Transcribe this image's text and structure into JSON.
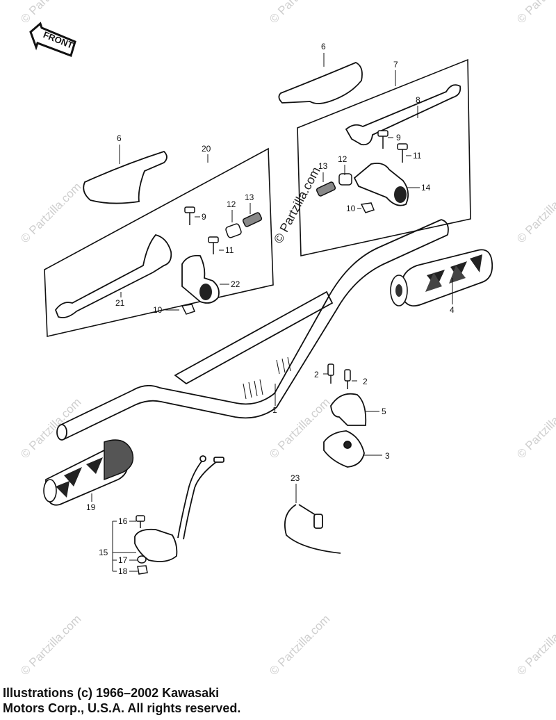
{
  "front_label": "FRONT",
  "watermark_text": "© Partzilla.com",
  "center_watermark": "© Partzilla.com",
  "copyright": {
    "line1": "Illustrations (c) 1966–2002 Kawasaki",
    "line2": "Motors Corp., U.S.A.  All rights reserved."
  },
  "callouts": {
    "c1": "1",
    "c2a": "2",
    "c2b": "2",
    "c3": "3",
    "c4": "4",
    "c5": "5",
    "c6a": "6",
    "c6b": "6",
    "c7": "7",
    "c8": "8",
    "c9a": "9",
    "c9b": "9",
    "c10a": "10",
    "c10b": "10",
    "c11a": "11",
    "c11b": "11",
    "c12a": "12",
    "c12b": "12",
    "c13a": "13",
    "c13b": "13",
    "c14": "14",
    "c15": "15",
    "c16": "16",
    "c17": "17",
    "c18": "18",
    "c19": "19",
    "c20": "20",
    "c21": "21",
    "c22": "22",
    "c23": "23"
  }
}
